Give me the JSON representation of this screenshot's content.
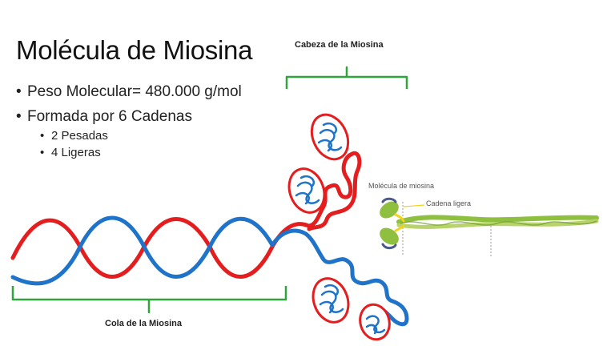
{
  "slide": {
    "title": "Molécula de Miosina",
    "bullets": [
      "Peso Molecular= 480.000 g/mol",
      "Formada por 6 Cadenas"
    ],
    "sub_bullets": [
      "2 Pesadas",
      "4 Ligeras"
    ]
  },
  "diagram": {
    "head_label": "Cabeza de la Miosina",
    "tail_label": "Cola de la Miosina",
    "inset_title": "Molécula de miosina",
    "inset_light_chain": "Cadena ligera",
    "colors": {
      "heavy_chain_red": "#e41e1e",
      "heavy_chain_blue": "#1f73c9",
      "bracket_green": "#2fa53b",
      "inset_green": "#8fbf3f",
      "light_chain_yellow": "#f2d21a",
      "light_chain_navy": "#4a5a8a"
    }
  }
}
